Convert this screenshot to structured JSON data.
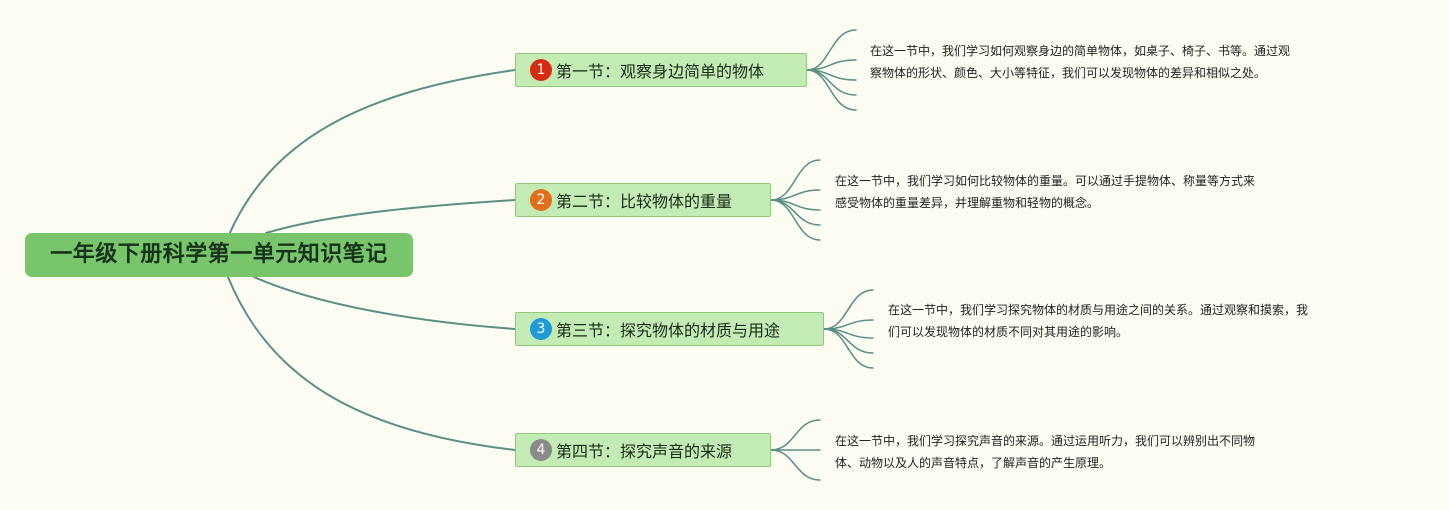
{
  "root": {
    "title": "一年级下册科学第一单元知识笔记"
  },
  "colors": {
    "background": "#fdfcf3",
    "root_fill": "#79c56b",
    "node_fill": "#c3ebb4",
    "node_border": "#8fca7c",
    "connector": "#5a8f84"
  },
  "sections": [
    {
      "badge": "1",
      "badge_color": "#d62b10",
      "title": "第一节：观察身边简单的物体",
      "note_lines": [
        "在这一节中，我们学习如何观察身边的简单物体，如桌子、椅子、书等。通过观",
        "察物体的形状、颜色、大小等特征，我们可以发现物体的差异和相似之处。"
      ]
    },
    {
      "badge": "2",
      "badge_color": "#e36f1c",
      "title": "第二节：比较物体的重量",
      "note_lines": [
        "在这一节中，我们学习如何比较物体的重量。可以通过手提物体、称量等方式来",
        "感受物体的重量差异，并理解重物和轻物的概念。"
      ]
    },
    {
      "badge": "3",
      "badge_color": "#1e9ad6",
      "title": "第三节：探究物体的材质与用途",
      "note_lines": [
        "在这一节中，我们学习探究物体的材质与用途之间的关系。通过观察和摸索，我",
        "们可以发现物体的材质不同对其用途的影响。"
      ]
    },
    {
      "badge": "4",
      "badge_color": "#8a8a8a",
      "title": "第四节：探究声音的来源",
      "note_lines": [
        "在这一节中，我们学习探究声音的来源。通过运用听力，我们可以辨别出不同物",
        "体、动物以及人的声音特点，了解声音的产生原理。"
      ]
    }
  ]
}
